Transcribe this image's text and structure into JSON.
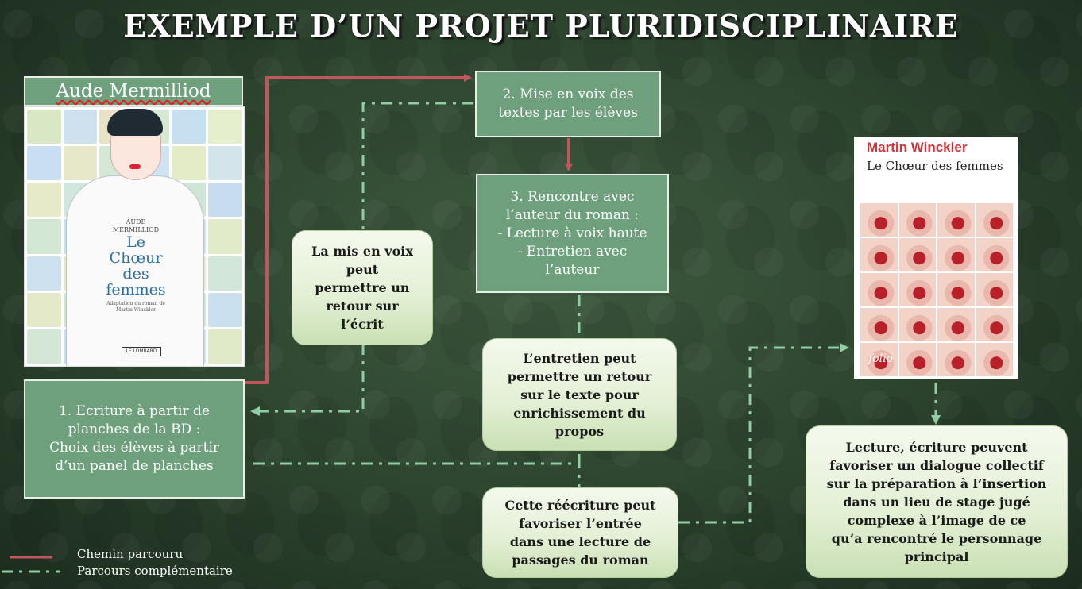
{
  "title": "EXEMPLE D’UN PROJET PLURIDISCIPLINAIRE",
  "author_label": "Aude Mermilliod",
  "cover_bd": {
    "author": "AUDE MERMILLIOD",
    "title": "Le Chœur des femmes",
    "subtitle": "Adaptation du roman de Martin Winckler",
    "publisher": "LE LOMBARD"
  },
  "cover_novel": {
    "author": "Martin Winckler",
    "title": "Le Chœur des femmes",
    "publisher": "folio"
  },
  "steps": [
    {
      "id": "step1",
      "text": "1. Ecriture à partir de\nplanches de la BD :\nChoix des élèves à partir\nd’un panel de planches"
    },
    {
      "id": "step2",
      "text": "2. Mise en voix des\ntextes par les élèves"
    },
    {
      "id": "step3",
      "text": "3. Rencontre avec\nl’auteur du roman :\n- Lecture à voix haute\n- Entretien avec\nl’auteur"
    }
  ],
  "bubbles": [
    {
      "id": "mise-en-voix",
      "text": "La mis en voix\npeut\npermettre un\nretour sur\nl’écrit"
    },
    {
      "id": "entretien",
      "text": "L’entretien peut\npermettre un retour\nsur le texte pour\nenrichissement du\npropos"
    },
    {
      "id": "reecriture",
      "text": "Cette réécriture peut\nfavoriser l’entrée\ndans une lecture de\npassages du roman"
    },
    {
      "id": "dialogue",
      "text": "Lecture, écriture peuvent\nfavoriser un dialogue collectif\nsur la préparation à l’insertion\ndans un lieu de stage jugé\ncomplexe à l’image de ce\nqu’a rencontré le personnage\nprincipal"
    }
  ],
  "legend": {
    "solid": "Chemin parcouru",
    "dashed": "Parcours complémentaire"
  },
  "colors": {
    "solid_line": "#c0575c",
    "dashed_line": "#8fcfa3",
    "box_fill": "#6fa07d"
  }
}
